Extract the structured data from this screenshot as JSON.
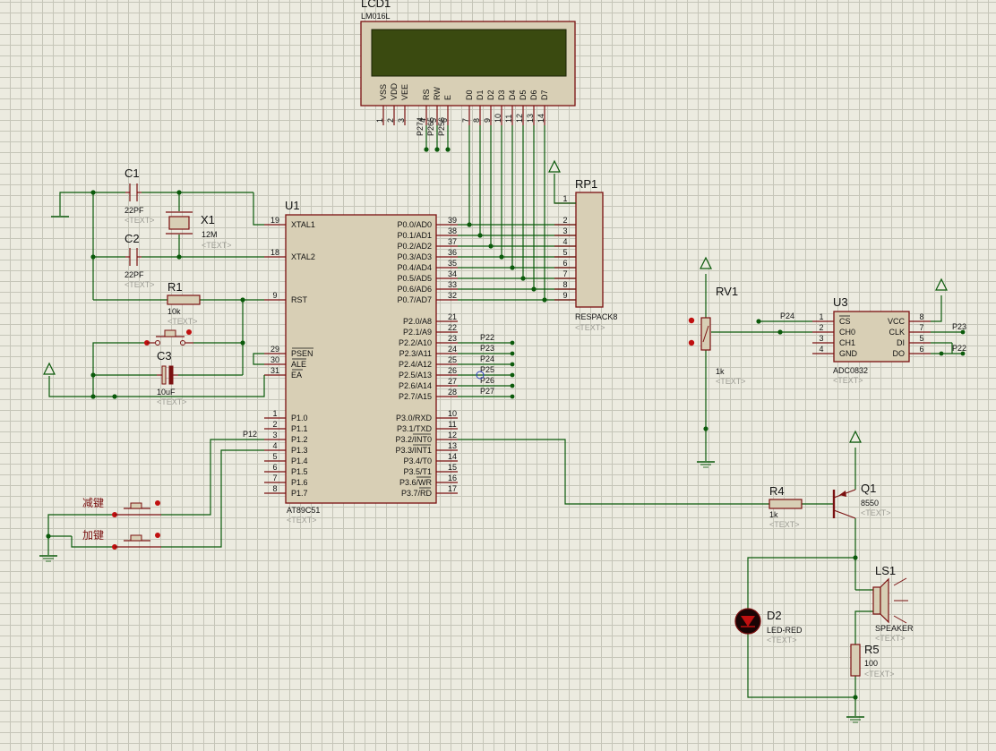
{
  "colors": {
    "background": "#ecebe0",
    "wire": "#0b5a0b",
    "component": "#7a1010",
    "body_fill": "#d8cfb5",
    "lcd_screen": "#3a4a10"
  },
  "text_tag": "<TEXT>",
  "lcd": {
    "ref": "LCD1",
    "part": "LM016L",
    "pins": [
      {
        "name": "VSS",
        "num": "1"
      },
      {
        "name": "VDD",
        "num": "2"
      },
      {
        "name": "VEE",
        "num": "3"
      },
      {
        "name": "RS",
        "num": "4"
      },
      {
        "name": "RW",
        "num": "5"
      },
      {
        "name": "E",
        "num": "6"
      },
      {
        "name": "D0",
        "num": "7"
      },
      {
        "name": "D1",
        "num": "8"
      },
      {
        "name": "D2",
        "num": "9"
      },
      {
        "name": "D3",
        "num": "10"
      },
      {
        "name": "D4",
        "num": "11"
      },
      {
        "name": "D5",
        "num": "12"
      },
      {
        "name": "D6",
        "num": "13"
      },
      {
        "name": "D7",
        "num": "14"
      }
    ],
    "nets": [
      "P274",
      "P265",
      "P256"
    ]
  },
  "mcu": {
    "ref": "U1",
    "part": "AT89C51",
    "left_pins": [
      {
        "num": "19",
        "name": "XTAL1"
      },
      {
        "num": "18",
        "name": "XTAL2"
      },
      {
        "num": "9",
        "name": "RST"
      },
      {
        "num": "29",
        "name": "PSEN"
      },
      {
        "num": "30",
        "name": "ALE"
      },
      {
        "num": "31",
        "name": "EA"
      },
      {
        "num": "1",
        "name": "P1.0"
      },
      {
        "num": "2",
        "name": "P1.1"
      },
      {
        "num": "3",
        "name": "P1.2"
      },
      {
        "num": "4",
        "name": "P1.3"
      },
      {
        "num": "5",
        "name": "P1.4"
      },
      {
        "num": "6",
        "name": "P1.5"
      },
      {
        "num": "7",
        "name": "P1.6"
      },
      {
        "num": "8",
        "name": "P1.7"
      }
    ],
    "right_pins": [
      {
        "num": "39",
        "name": "P0.0/AD0"
      },
      {
        "num": "38",
        "name": "P0.1/AD1"
      },
      {
        "num": "37",
        "name": "P0.2/AD2"
      },
      {
        "num": "36",
        "name": "P0.3/AD3"
      },
      {
        "num": "35",
        "name": "P0.4/AD4"
      },
      {
        "num": "34",
        "name": "P0.5/AD5"
      },
      {
        "num": "33",
        "name": "P0.6/AD6"
      },
      {
        "num": "32",
        "name": "P0.7/AD7"
      },
      {
        "num": "21",
        "name": "P2.0/A8"
      },
      {
        "num": "22",
        "name": "P2.1/A9"
      },
      {
        "num": "23",
        "name": "P2.2/A10"
      },
      {
        "num": "24",
        "name": "P2.3/A11"
      },
      {
        "num": "25",
        "name": "P2.4/A12"
      },
      {
        "num": "26",
        "name": "P2.5/A13"
      },
      {
        "num": "27",
        "name": "P2.6/A14"
      },
      {
        "num": "28",
        "name": "P2.7/A15"
      },
      {
        "num": "10",
        "name": "P3.0/RXD"
      },
      {
        "num": "11",
        "name": "P3.1/TXD"
      },
      {
        "num": "12",
        "name": "P3.2/INT0"
      },
      {
        "num": "13",
        "name": "P3.3/INT1"
      },
      {
        "num": "14",
        "name": "P3.4/T0"
      },
      {
        "num": "15",
        "name": "P3.5/T1"
      },
      {
        "num": "16",
        "name": "P3.6/WR"
      },
      {
        "num": "17",
        "name": "P3.7/RD"
      }
    ],
    "p2_nets": [
      "P22",
      "P23",
      "P24",
      "P25",
      "P26",
      "P27"
    ],
    "p12_net": "P12"
  },
  "rp1": {
    "ref": "RP1",
    "part": "RESPACK8",
    "pins": [
      "1",
      "2",
      "3",
      "4",
      "5",
      "6",
      "7",
      "8",
      "9"
    ]
  },
  "c1": {
    "ref": "C1",
    "value": "22PF"
  },
  "c2": {
    "ref": "C2",
    "value": "22PF"
  },
  "x1": {
    "ref": "X1",
    "value": "12M"
  },
  "r1": {
    "ref": "R1",
    "value": "10k"
  },
  "c3": {
    "ref": "C3",
    "value": "10uF"
  },
  "buttons": {
    "minus_label": "减键",
    "plus_label": "加键"
  },
  "rv1": {
    "ref": "RV1",
    "value": "1k",
    "net": "P24"
  },
  "u3": {
    "ref": "U3",
    "part": "ADC0832",
    "left_pins": [
      {
        "num": "1",
        "name": "CS"
      },
      {
        "num": "2",
        "name": "CH0"
      },
      {
        "num": "3",
        "name": "CH1"
      },
      {
        "num": "4",
        "name": "GND"
      }
    ],
    "right_pins": [
      {
        "num": "8",
        "name": "VCC"
      },
      {
        "num": "7",
        "name": "CLK"
      },
      {
        "num": "5",
        "name": "DI"
      },
      {
        "num": "6",
        "name": "DO"
      }
    ],
    "nets": [
      "P23",
      "P22"
    ]
  },
  "r4": {
    "ref": "R4",
    "value": "1k"
  },
  "q1": {
    "ref": "Q1",
    "value": "8550"
  },
  "ls1": {
    "ref": "LS1",
    "value": "SPEAKER"
  },
  "d2": {
    "ref": "D2",
    "value": "LED-RED"
  },
  "r5": {
    "ref": "R5",
    "value": "100"
  }
}
